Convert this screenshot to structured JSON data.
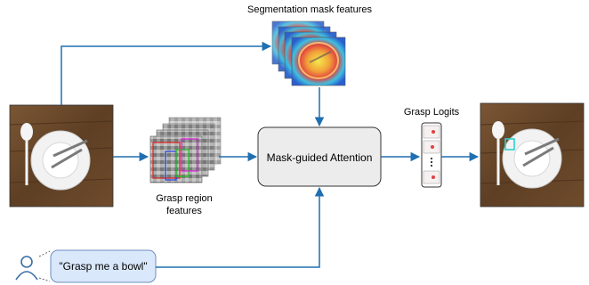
{
  "labels": {
    "segmentation": "Segmentation mask features",
    "grasp_region_line1": "Grasp region",
    "grasp_region_line2": "features",
    "attention": "Mask-guided Attention",
    "grasp_logits": "Grasp Logits",
    "query": "\"Grasp me a bowl\""
  },
  "colors": {
    "arrow": "#1f6fb2",
    "attention_fill": "#ececec",
    "query_fill": "#dae8fc",
    "query_border": "#6c8ebf",
    "table_wood": "#6b4a2e",
    "grasp_boxes": [
      "#e02020",
      "#2040e0",
      "#20c020",
      "#e020e0"
    ],
    "grasp_highlight": "#30d0d0"
  },
  "icons": {
    "user": "user-icon",
    "ellipsis": "vertical-ellipsis-icon"
  }
}
